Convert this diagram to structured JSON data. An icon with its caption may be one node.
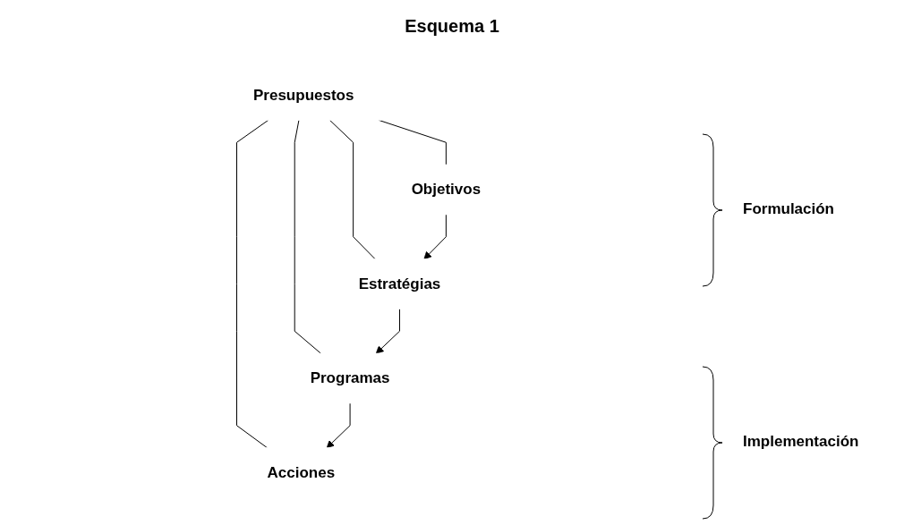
{
  "diagram": {
    "title": "Esquema 1",
    "nodes": [
      {
        "text": [
          "Presupuestos"
        ]
      },
      {
        "text": [
          "Objetivos"
        ]
      },
      {
        "text": [
          "Estratégias"
        ]
      },
      {
        "text": [
          "Programas"
        ]
      },
      {
        "text": [
          "Acciones"
        ]
      }
    ],
    "edges": [
      {
        "from": 0,
        "to": 1,
        "arrow": "none"
      },
      {
        "from": 0,
        "to": 2,
        "arrow": "none"
      },
      {
        "from": 0,
        "to": 3,
        "arrow": "none"
      },
      {
        "from": 0,
        "to": 4,
        "arrow": "none"
      },
      {
        "from": 1,
        "to": 2,
        "arrow": "to"
      },
      {
        "from": 2,
        "to": 3,
        "arrow": "to"
      },
      {
        "from": 3,
        "to": 4,
        "arrow": "to"
      }
    ],
    "labels": [
      "Formulación",
      "Implementación"
    ]
  }
}
